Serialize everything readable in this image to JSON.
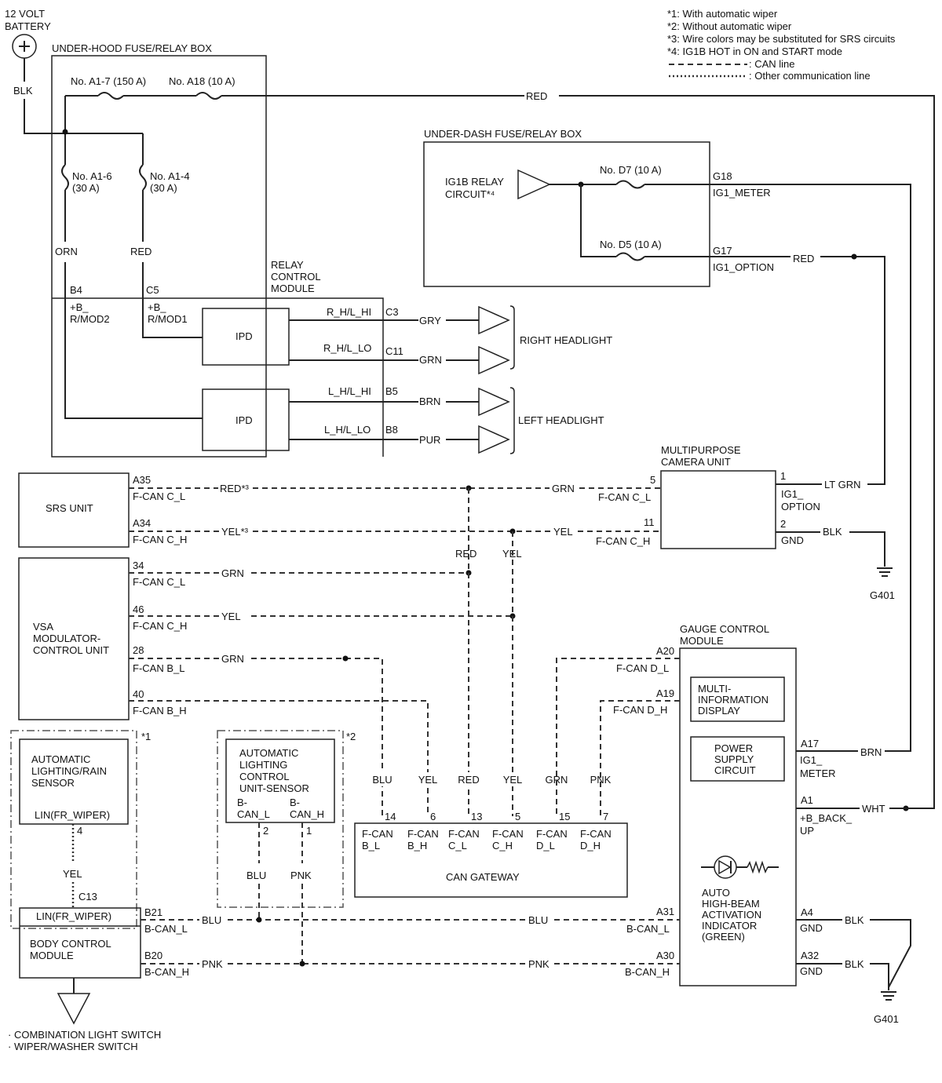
{
  "notes": {
    "n1": "*1: With automatic wiper",
    "n2": "*2: Without automatic wiper",
    "n3": "*3: Wire colors may be substituted for SRS circuits",
    "n4": "*4: IG1B HOT in ON and START mode",
    "can_line": ": CAN line",
    "other_line": ": Other communication line"
  },
  "battery": {
    "line1": "12 VOLT",
    "line2": "BATTERY",
    "wire": "BLK"
  },
  "under_hood": {
    "title": "UNDER-HOOD FUSE/RELAY BOX",
    "fuse_a17": "No. A1-7 (150 A)",
    "fuse_a18": "No. A18 (10 A)",
    "fuse_a16_1": "No. A1-6",
    "fuse_a16_2": "(30 A)",
    "fuse_a14_1": "No. A1-4",
    "fuse_a14_2": "(30 A)",
    "wire_orn": "ORN",
    "wire_red": "RED",
    "wire_red_main": "RED"
  },
  "under_dash": {
    "title": "UNDER-DASH FUSE/RELAY BOX",
    "relay_1": "IG1B RELAY",
    "relay_2": "CIRCUIT*⁴",
    "fuse_d7": "No. D7 (10 A)",
    "fuse_d5": "No. D5 (10 A)",
    "g18": "G18",
    "g18_name": "IG1_METER",
    "g17": "G17",
    "g17_name": "IG1_OPTION",
    "wire_red": "RED"
  },
  "relay_module": {
    "title1": "RELAY",
    "title2": "CONTROL",
    "title3": "MODULE",
    "b4": "B4",
    "c5": "C5",
    "b4_name1": "+B_",
    "b4_name2": "R/MOD2",
    "c5_name1": "+B_",
    "c5_name2": "R/MOD1",
    "ipd1": "IPD",
    "ipd2": "IPD",
    "rhhi": "R_H/L_HI",
    "rhlo": "R_H/L_LO",
    "lhhi": "L_H/L_HI",
    "lhlo": "L_H/L_LO",
    "c3": "C3",
    "c11": "C11",
    "b5": "B5",
    "b8": "B8",
    "w_gry": "GRY",
    "w_grn": "GRN",
    "w_brn": "BRN",
    "w_pur": "PUR",
    "right_hl": "RIGHT HEADLIGHT",
    "left_hl": "LEFT HEADLIGHT"
  },
  "srs": {
    "title": "SRS UNIT",
    "a35": "A35",
    "a35_name": "F-CAN C_L",
    "a34": "A34",
    "a34_name": "F-CAN C_H",
    "w_red": "RED*³",
    "w_yel": "YEL*³"
  },
  "camera": {
    "title1": "MULTIPURPOSE",
    "title2": "CAMERA UNIT",
    "p5": "5",
    "p5_name": "F-CAN C_L",
    "p11": "11",
    "p11_name": "F-CAN C_H",
    "p1": "1",
    "p1_name1": "IG1_",
    "p1_name2": "OPTION",
    "p2": "2",
    "p2_name": "GND",
    "w_grn": "GRN",
    "w_yel": "YEL",
    "w_ltgrn": "LT GRN",
    "w_blk": "BLK",
    "ground": "G401"
  },
  "junction_labels": {
    "red": "RED",
    "yel": "YEL"
  },
  "vsa": {
    "title1": "VSA",
    "title2": "MODULATOR-",
    "title3": "CONTROL UNIT",
    "p34": "34",
    "p34_name": "F-CAN C_L",
    "p46": "46",
    "p46_name": "F-CAN C_H",
    "p28": "28",
    "p28_name": "F-CAN B_L",
    "p40": "40",
    "p40_name": "F-CAN B_H",
    "w_grn1": "GRN",
    "w_yel": "YEL",
    "w_grn2": "GRN"
  },
  "auto_rain": {
    "mark": "*1",
    "title1": "AUTOMATIC",
    "title2": "LIGHTING/RAIN",
    "title3": "SENSOR",
    "lin": "LIN(FR_WIPER)",
    "pin4": "4",
    "wire": "YEL",
    "c13": "C13"
  },
  "auto_light": {
    "mark": "*2",
    "title1": "AUTOMATIC",
    "title2": "LIGHTING",
    "title3": "CONTROL",
    "title4": "UNIT-SENSOR",
    "bcanl1": "B-",
    "bcanl2": "CAN_L",
    "bcanh1": "B-",
    "bcanh2": "CAN_H",
    "pin2": "2",
    "pin1": "1",
    "w_blu": "BLU",
    "w_pnk": "PNK"
  },
  "gateway": {
    "title": "CAN GATEWAY",
    "wires": [
      "BLU",
      "YEL",
      "RED",
      "YEL",
      "GRN",
      "PNK"
    ],
    "pins": [
      "14",
      "6",
      "13",
      "5",
      "15",
      "7"
    ],
    "names_top": [
      "F-CAN",
      "F-CAN",
      "F-CAN",
      "F-CAN",
      "F-CAN",
      "F-CAN"
    ],
    "names_bot": [
      "B_L",
      "B_H",
      "C_L",
      "C_H",
      "D_L",
      "D_H"
    ]
  },
  "gauge": {
    "title1": "GAUGE CONTROL",
    "title2": "MODULE",
    "a20": "A20",
    "a20_name": "F-CAN D_L",
    "a19": "A19",
    "a19_name": "F-CAN D_H",
    "mid1": "MULTI-",
    "mid2": "INFORMATION",
    "mid3": "DISPLAY",
    "psc1": "POWER",
    "psc2": "SUPPLY",
    "psc3": "CIRCUIT",
    "a17": "A17",
    "a17_name1": "IG1_",
    "a17_name2": "METER",
    "a1": "A1",
    "a1_name1": "+B_BACK_",
    "a1_name2": "UP",
    "ind1": "AUTO",
    "ind2": "HIGH-BEAM",
    "ind3": "ACTIVATION",
    "ind4": "INDICATOR",
    "ind5": "(GREEN)",
    "a4": "A4",
    "a4_name": "GND",
    "a32": "A32",
    "a32_name": "GND",
    "a31": "A31",
    "a31_name": "B-CAN_L",
    "a30": "A30",
    "a30_name": "B-CAN_H",
    "w_brn": "BRN",
    "w_wht": "WHT",
    "w_blk1": "BLK",
    "w_blk2": "BLK",
    "ground": "G401"
  },
  "bcm": {
    "lin": "LIN(FR_WIPER)",
    "title1": "BODY CONTROL",
    "title2": "MODULE",
    "b21": "B21",
    "b21_name": "B-CAN_L",
    "b20": "B20",
    "b20_name": "B-CAN_H",
    "w_blu": "BLU",
    "w_pnk": "PNK",
    "w_blu_r": "BLU",
    "w_pnk_r": "PNK"
  },
  "switches": {
    "s1": "· COMBINATION LIGHT SWITCH",
    "s2": "· WIPER/WASHER SWITCH"
  }
}
